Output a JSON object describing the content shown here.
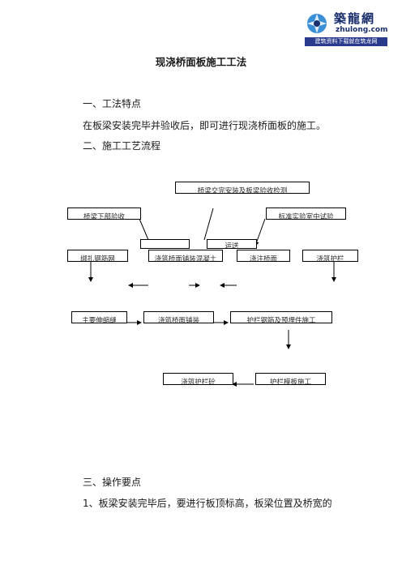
{
  "logo": {
    "name_cn": "築龍網",
    "url": "zhulong.com",
    "tagline": "建筑资料下载就在筑龙网"
  },
  "document": {
    "title": "现浇桥面板施工工法",
    "section1_heading": "一、工法特点",
    "section1_text": "在板梁安装完毕并验收后，即可进行现浇桥面板的施工。",
    "section2_heading": "二、施工工艺流程",
    "section3_heading": "三、操作要点",
    "section3_item1": "1、板梁安装完毕后，要进行板顶标高，板梁位置及桥宽的"
  },
  "flowchart": {
    "nodes": {
      "top": "桥梁交完安装及板梁验收检测",
      "left_top": "桥梁下部验收",
      "right_top": "标准实验室中试验",
      "r1_a": "绑扎钢筋网",
      "r1_b": "浇筑桥面铺装混凝土",
      "r1_b_overlap": "运送",
      "r1_c": "浇注桥面",
      "r1_d": "浇筑护栏",
      "r2_a": "主要伸缩缝",
      "r2_b": "浇筑桥面铺装",
      "r2_c": "护栏钢筋及预埋件施工",
      "r3_a": "浇筑护栏砼",
      "r3_b": "护栏模板施工"
    }
  }
}
